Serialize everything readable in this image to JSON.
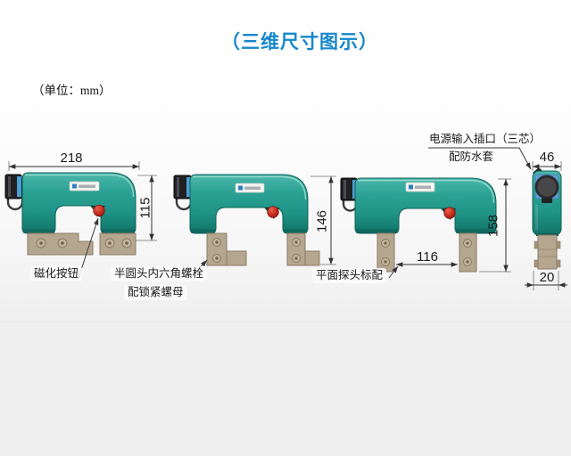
{
  "header": {
    "title": "（三维尺寸图示）",
    "unit_note": "（单位：mm）"
  },
  "dimensions": {
    "front_width": "218",
    "front_height": "115",
    "bolt_version_height": "146",
    "probe_spacing": "116",
    "probe_version_height": "158",
    "side_width": "46",
    "side_foot_width": "20"
  },
  "labels": {
    "magnetize_button": "磁化按钮",
    "hex_bolt_line1": "半圆头内六角螺栓",
    "hex_bolt_line2": "配锁紧螺母",
    "flat_probe": "平面探头标配",
    "power_socket_line1": "电源输入插口（三芯）",
    "power_socket_line2": "配防水套"
  },
  "colors": {
    "title_blue": "#1787cb",
    "device_teal": "#2aa095",
    "button_red": "#c22a1a",
    "foot_tan": "#b5a690",
    "line_dark": "#3a3a3a"
  }
}
